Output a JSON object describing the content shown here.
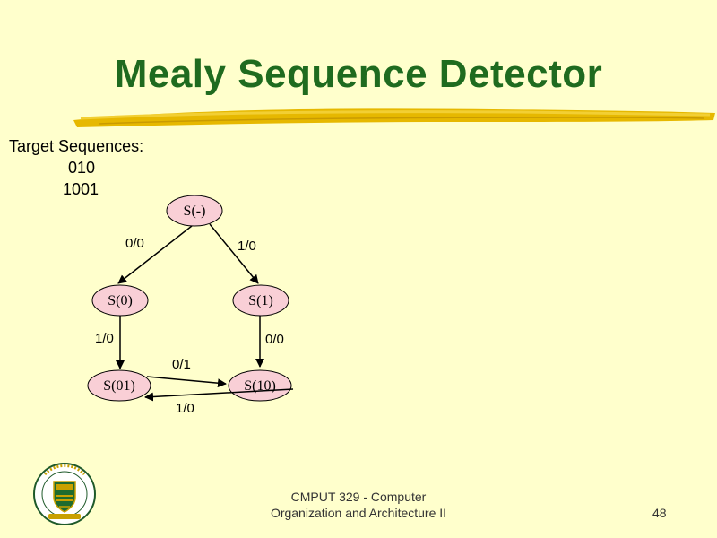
{
  "slide": {
    "title": "Mealy Sequence Detector",
    "targets_heading": "Target Sequences:",
    "targets": [
      "010",
      "1001"
    ]
  },
  "diagram": {
    "states": [
      {
        "id": "s_empty",
        "label": "S(-)"
      },
      {
        "id": "s0",
        "label": "S(0)"
      },
      {
        "id": "s1",
        "label": "S(1)"
      },
      {
        "id": "s01",
        "label": "S(01)"
      },
      {
        "id": "s10",
        "label": "S(10)"
      }
    ],
    "transitions": [
      {
        "from": "S(-)",
        "to": "S(0)",
        "label": "0/0"
      },
      {
        "from": "S(-)",
        "to": "S(1)",
        "label": "1/0"
      },
      {
        "from": "S(0)",
        "to": "S(01)",
        "label": "1/0"
      },
      {
        "from": "S(1)",
        "to": "S(10)",
        "label": "0/0"
      },
      {
        "from": "S(01)",
        "to": "S(10)",
        "label": "0/1"
      },
      {
        "from": "S(10)",
        "to": "S(01)",
        "label": "1/0"
      }
    ]
  },
  "footer": {
    "course_line1": "CMPUT 329 - Computer",
    "course_line2": "Organization and Architecture II",
    "page_number": "48"
  },
  "logo": {
    "icon": "university-of-alberta-crest-icon"
  },
  "colors": {
    "background": "#ffffcc",
    "title": "#1f6b1f",
    "underline": "#e6b800",
    "node_fill": "#f9cfd6"
  }
}
